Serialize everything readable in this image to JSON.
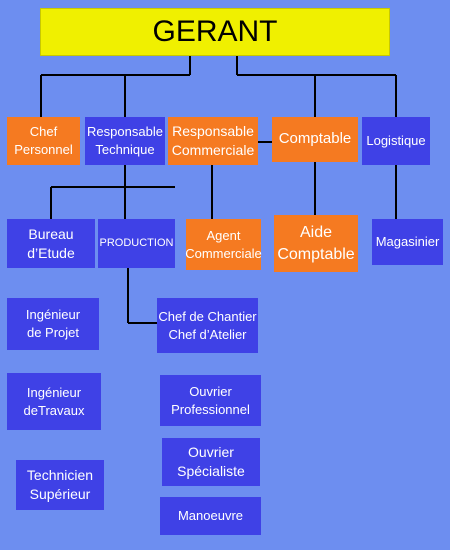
{
  "title": "GERANT",
  "nodes": {
    "chef_personnel": "Chef\nPersonnel",
    "responsable_technique": "Responsable\nTechnique",
    "responsable_commerciale": "Responsable\nCommerciale",
    "comptable": "Comptable",
    "logistique": "Logistique",
    "bureau_etude": "Bureau d’Etude",
    "production": "PRODUCTION",
    "agent_commerciale": "Agent\nCommerciale",
    "aide_comptable": "Aide\nComptable",
    "magasinier": "Magasinier",
    "ingenieur_projet": "Ingénieur\nde Projet",
    "chef_chantier": "Chef de Chantier\nChef d’Atelier",
    "ingenieur_travaux": "Ingénieur\ndeTravaux",
    "ouvrier_professionnel": "Ouvrier\nProfessionnel",
    "technicien_superieur": "Technicien\nSupérieur",
    "ouvrier_specialiste": "Ouvrier\nSpécialiste",
    "manoeuvre": "Manoeuvre"
  },
  "colors": {
    "background": "#6d8ef0",
    "top": "#f0f000",
    "orange": "#f57a21",
    "blue": "#3f41e6",
    "line": "#000000"
  }
}
